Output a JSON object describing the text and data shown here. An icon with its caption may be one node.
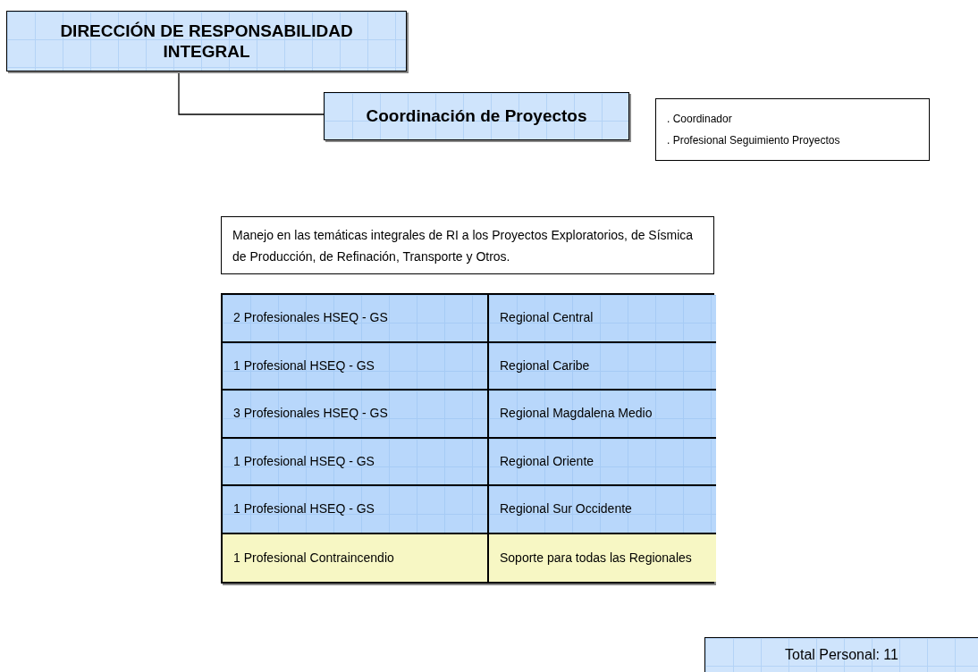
{
  "diagram": {
    "nodes": [
      {
        "text": [
          "DIRECCIÓN DE RESPONSABILIDAD INTEGRAL"
        ]
      },
      {
        "text": [
          "Coordinación de Proyectos"
        ]
      },
      {
        "text": [
          ". Coordinador",
          ". Profesional Seguimiento Proyectos"
        ]
      },
      {
        "text": [
          "Manejo en las temáticas integrales de RI a los Proyectos Exploratorios, de Sísmica de Producción, de Refinación, Transporte y Otros."
        ]
      },
      {
        "text": [
          "Total Personal:  11"
        ]
      }
    ],
    "edges": [
      {
        "from": 0,
        "to": 1,
        "arrow": "none"
      }
    ],
    "labels": [
      "2 Profesionales HSEQ - GS",
      "Regional Central",
      "1 Profesional  HSEQ - GS",
      "Regional Caribe",
      "3 Profesionales HSEQ - GS",
      "Regional Magdalena Medio",
      "1 Profesional HSEQ - GS",
      "Regional Oriente",
      "1 Profesional HSEQ - GS",
      "Regional Sur Occidente",
      "1 Profesional Contraincendio",
      "Soporte para todas las Regionales"
    ]
  }
}
